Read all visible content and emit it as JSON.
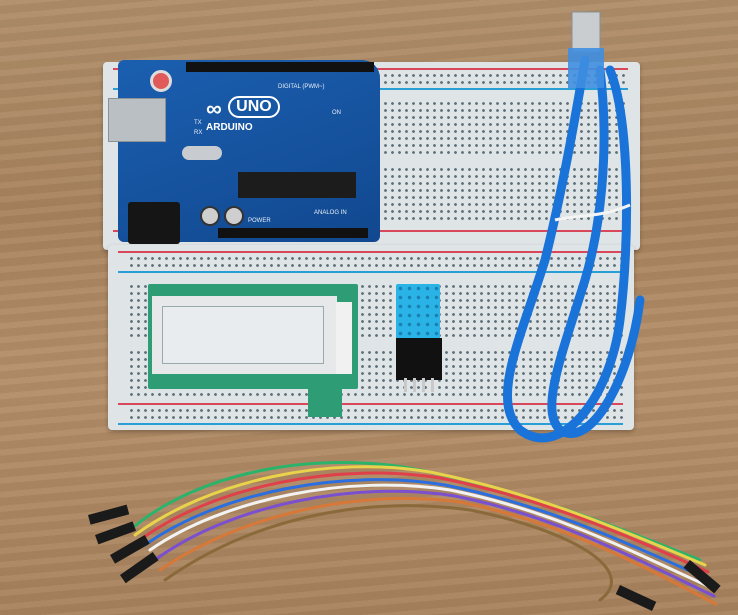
{
  "scene": {
    "description": "Arduino UNO with breadboards, e-paper display, DHT11 sensor, blue USB cable and jumper wires on a wooden table",
    "colors": {
      "table": "#ad875f",
      "breadboard": "#dfe4e6",
      "arduino_pcb": "#1556a0",
      "display_pcb": "#2e9c75",
      "sensor": "#29b3e6",
      "usb_cable": "#1a73d9"
    }
  },
  "arduino": {
    "brand": "ARDUINO",
    "model": "UNO",
    "logo_symbol": "∞",
    "digital_label": "DIGITAL (PWM~)",
    "power_label": "POWER",
    "analog_label": "ANALOG IN",
    "tx_label": "TX",
    "rx_label": "RX",
    "on_label": "ON"
  }
}
